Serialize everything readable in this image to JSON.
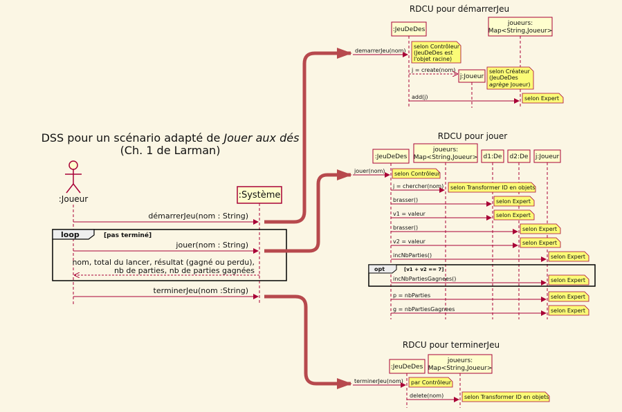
{
  "dss": {
    "title_line1": "DSS pour un scénario adapté de ",
    "title_italic": "Jouer aux dés",
    "title_line2": "(Ch. 1 de Larman)",
    "actor": ":Joueur",
    "system": ":Système",
    "msg1": "démarrerJeu(nom : String)",
    "loop_label": "loop",
    "loop_guard": "[pas terminé]",
    "msg2": "jouer(nom : String)",
    "return_line1": "nom, total du lancer, résultat (gagné ou perdu),",
    "return_line2": "nb de parties, nb de parties gagnées",
    "msg3": "terminerJeu(nom :String)"
  },
  "rdcu1": {
    "title": "RDCU pour démarrerJeu",
    "obj_jeu": ":JeuDeDes",
    "obj_map_l1": "joueurs:",
    "obj_map_l2": "Map<String,Joueur>",
    "obj_j": "j:Joueur",
    "msg_start": "demarrerJeu(nom)",
    "note1_l1": "selon Contrôleur",
    "note1_l2": "(JeuDeDes est",
    "note1_l3": "l'objet racine)",
    "msg_create": "j = create(nom)",
    "note2_l1": "selon Créateur",
    "note2_l2": "(JeuDeDes",
    "note2_l3a": "agrège",
    "note2_l3b": " Joueur)",
    "msg_add": "add(j)",
    "note3": "selon Expert"
  },
  "rdcu2": {
    "title": "RDCU pour jouer",
    "obj_jeu": ":JeuDeDes",
    "obj_map_l1": "joueurs:",
    "obj_map_l2": "Map<String,Joueur>",
    "obj_d1": "d1:De",
    "obj_d2": "d2:De",
    "obj_j": "j:Joueur",
    "msg_start": "jouer(nom)",
    "note_ctrl": "selon Contrôleur",
    "msg_chercher": "j = chercher(nom)",
    "note_transf": "selon Transformer ID en objets",
    "msg_brasser1": "brasser()",
    "msg_v1": "v1 = valeur",
    "msg_brasser2": "brasser()",
    "msg_v2": "v2 = valeur",
    "msg_inc": "incNbParties()",
    "opt_label": "opt",
    "opt_guard": "[v1 + v2 == 7]",
    "msg_incg": "incNbPartiesGagnees()",
    "msg_p": "p = nbParties",
    "msg_g": "g = nbPartiesGagnees",
    "note_expert": "selon Expert"
  },
  "rdcu3": {
    "title": "RDCU pour terminerJeu",
    "obj_jeu": ":JeuDeDes",
    "obj_map_l1": "joueurs:",
    "obj_map_l2": "Map<String,Joueur>",
    "msg_start": "terminerJeu(nom)",
    "note_ctrl": "par Contrôleur",
    "msg_delete": "delete(nom)",
    "note_transf": "selon Transformer ID en objets"
  },
  "colors": {
    "background": "#FBF6E4",
    "lifeline": "#A80036",
    "arrow": "#B7494D",
    "note_fill": "#FBFB77",
    "box_fill": "#FEFECE"
  }
}
